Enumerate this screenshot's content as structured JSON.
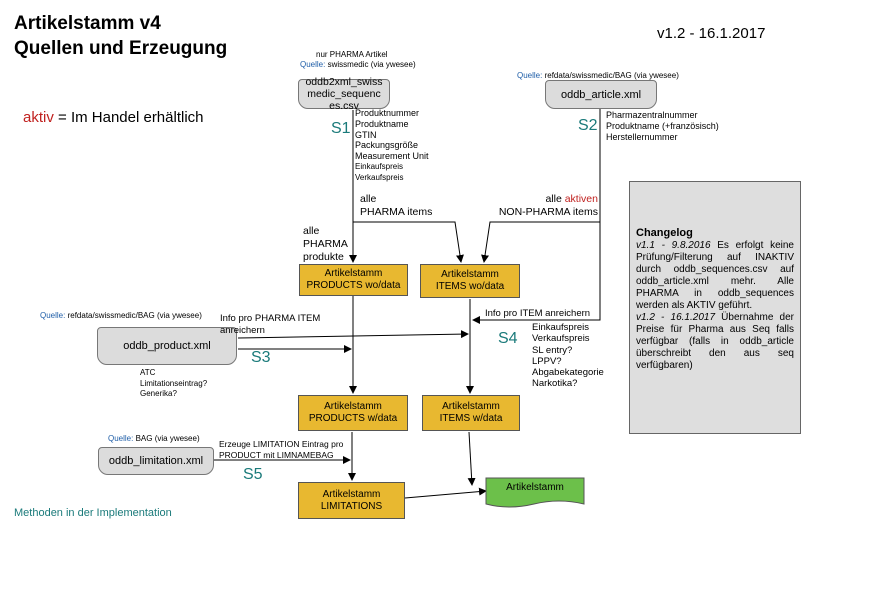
{
  "header": {
    "title_line1": "Artikelstamm v4",
    "title_line2": "Quellen und Erzeugung",
    "version": "v1.2 - 16.1.2017"
  },
  "legend": {
    "aktiv": "aktiv",
    "rest": " = Im Handel erhältlich"
  },
  "footer": {
    "methods": "Methoden in der Implementation"
  },
  "sources": {
    "s1": {
      "pre": "nur PHARMA Artikel",
      "quelle": "Quelle:",
      "origin": "swissmedic (via ywesee)",
      "file": "oddb2xml_swissmedic_sequences.csv",
      "tag": "S1",
      "fields": [
        "Produktnummer",
        "Produktname",
        "GTIN",
        "Packungsgröße",
        "Measurement Unit",
        "Einkaufspreis",
        "Verkaufspreis"
      ]
    },
    "s2": {
      "quelle": "Quelle:",
      "origin": "refdata/swissmedic/BAG (via ywesee)",
      "file": "oddb_article.xml",
      "tag": "S2",
      "fields": [
        "Pharmazentralnummer",
        "Produktname (+französisch)",
        "Herstellernummer"
      ]
    },
    "s3": {
      "quelle": "Quelle:",
      "origin": "refdata/swissmedic/BAG (via ywesee)",
      "file": "oddb_product.xml",
      "tag": "S3",
      "fields": [
        "ATC",
        "Limitationseintrag?",
        "Generika?"
      ]
    },
    "s4": {
      "tag": "S4"
    },
    "s5": {
      "quelle": "Quelle:",
      "origin": "BAG (via ywesee)",
      "file": "oddb_limitation.xml",
      "tag": "S5"
    }
  },
  "labels": {
    "alle_pharma_items_1": "alle",
    "alle_pharma_items_2": "PHARMA items",
    "alle_aktiven_1": "alle ",
    "alle_aktiven_red": "aktiven",
    "alle_aktiven_2": "NON-PHARMA items",
    "alle_pharma_produkte": [
      "alle",
      "PHARMA",
      "produkte"
    ],
    "info_pharma_item": [
      "Info pro PHARMA ITEM",
      "anreichern"
    ],
    "info_item": "Info pro ITEM anreichern",
    "s4_fields": [
      "Einkaufspreis",
      "Verkaufspreis",
      "SL entry?",
      "LPPV?",
      "Abgabekategorie",
      "Narkotika?"
    ],
    "limitation": [
      "Erzeuge LIMITATION Eintrag pro",
      "PRODUCT mit LIMNAMEBAG"
    ]
  },
  "boxes": {
    "products_wo": [
      "Artikelstamm",
      "PRODUCTS wo/data"
    ],
    "items_wo": [
      "Artikelstamm",
      "ITEMS wo/data"
    ],
    "products_w": [
      "Artikelstamm",
      "PRODUCTS w/data"
    ],
    "items_w": [
      "Artikelstamm",
      "ITEMS w/data"
    ],
    "limitations": [
      "Artikelstamm",
      "LIMITATIONS"
    ],
    "final": "Artikelstamm"
  },
  "changelog": {
    "heading": "Changelog",
    "v11_label": "v1.1 - 9.8.2016",
    "v11_text": " Es erfolgt keine Prüfung/Filterung auf INAKTIV durch oddb_sequences.csv auf oddb_article.xml mehr. Alle PHARMA in oddb_sequences werden als AKTIV geführt.",
    "v12_label": "v1.2 - 16.1.2017",
    "v12_text": " Übernahme der Preise für Pharma aus Seq falls verfügbar (falls in oddb_article überschreibt den aus seq verfügbaren)"
  },
  "colors": {
    "box_fill": "#e8b830",
    "final_fill": "#6cc04a",
    "file_fill": "#dcdcdc",
    "changelog_fill": "#dedede",
    "aktiv": "#c0211f",
    "quelle": "#1f5ea8",
    "tag": "#1a7a7a"
  }
}
